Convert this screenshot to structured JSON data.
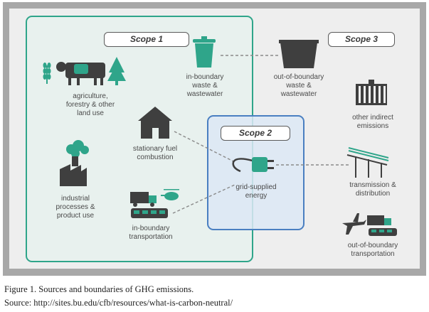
{
  "scopes": {
    "scope1": "Scope 1",
    "scope2": "Scope 2",
    "scope3": "Scope 3"
  },
  "items": {
    "agriculture": "agriculture,\nforestry & other\nland use",
    "stationary": "stationary fuel\ncombustion",
    "industrial": "industrial\nprocesses &\nproduct use",
    "inboundary_transport": "in-boundary\ntransportation",
    "inboundary_waste": "in-boundary\nwaste &\nwastewater",
    "outboundary_waste": "out-of-boundary\nwaste &\nwastewater",
    "grid": "grid-supplied\nenergy",
    "other_indirect": "other indirect\nemissions",
    "transmission": "transmission &\ndistribution",
    "outboundary_transport": "out-of-boundary\ntransportation"
  },
  "caption": {
    "figure": "Figure 1. Sources and boundaries of GHG emissions.",
    "source": "Source: http://sites.bu.edu/cfb/resources/what-is-carbon-neutral/"
  },
  "colors": {
    "outer_bg": "#a8a8a8",
    "panel_bg": "#eeeeee",
    "scope1_fill": "#e8f1ee",
    "scope1_border": "#2fa58a",
    "scope2_fill": "#dce7f5",
    "scope2_border": "#4a7fc1",
    "icon_teal": "#2fa58a",
    "icon_dark": "#3f3f3f"
  },
  "icons": [
    "wheat-icon",
    "cow-icon",
    "tree-icon",
    "trash-can-icon",
    "dumpster-icon",
    "house-icon",
    "factory-icon",
    "truck-icon",
    "helicopter-icon",
    "train-icon",
    "plug-icon",
    "cargo-container-icon",
    "power-line-icon",
    "airplane-icon"
  ]
}
